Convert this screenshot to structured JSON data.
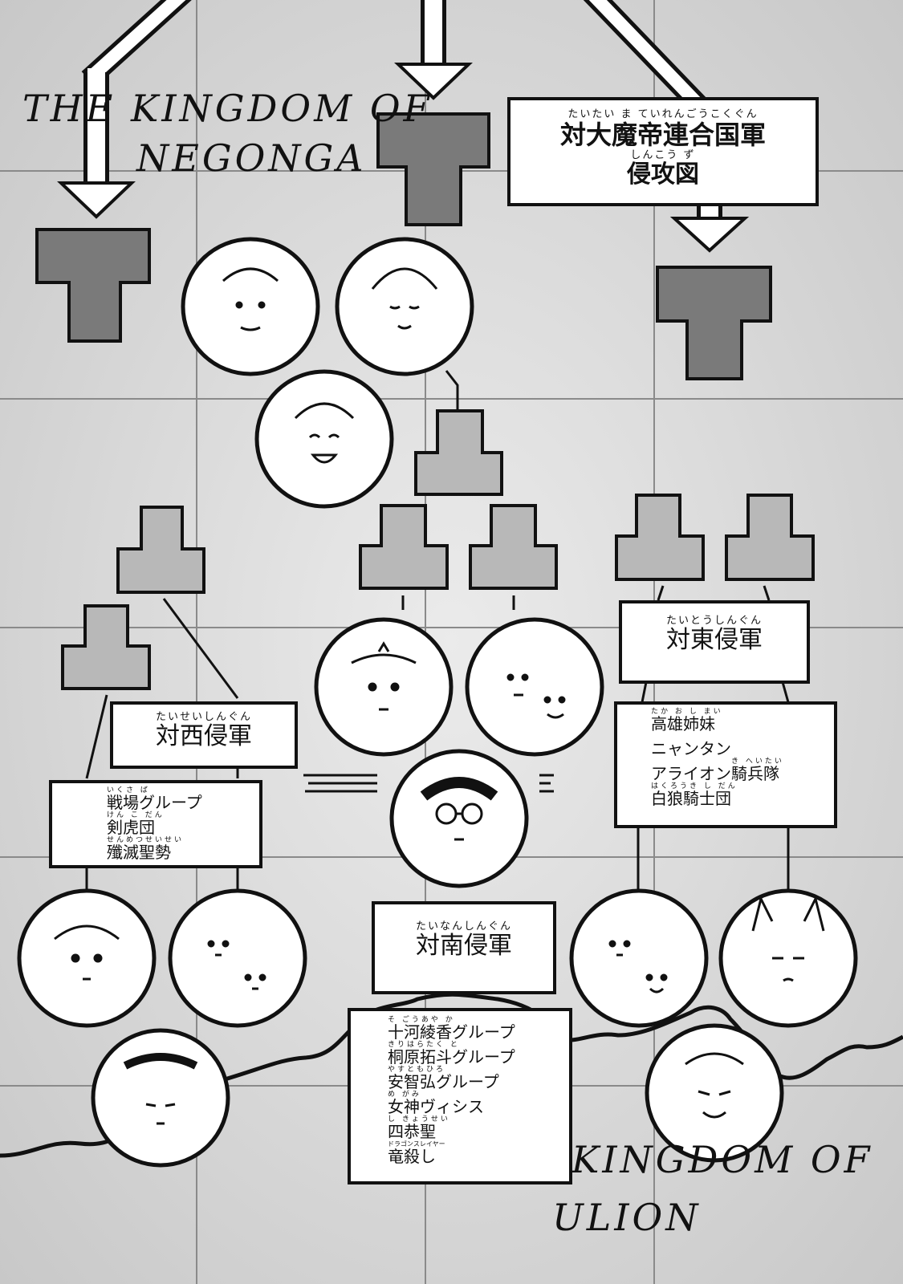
{
  "title": {
    "ruby": "たいたい ま ていれんごうこくぐん",
    "main": "対大魔帝連合国軍",
    "sub_ruby": "しんこう ず",
    "sub": "侵攻図"
  },
  "west_army": {
    "ruby": "たいせいしんぐん",
    "label": "対西侵軍",
    "units": [
      {
        "ruby": "いくさ ば",
        "name": "戦場グループ"
      },
      {
        "ruby": "けん こ だん",
        "name": "剣虎団"
      },
      {
        "ruby": "せんめつせいせい",
        "name": "殲滅聖勢"
      }
    ]
  },
  "east_army": {
    "ruby": "たいとうしんぐん",
    "label": "対東侵軍",
    "units": [
      {
        "ruby": "たか お し まい",
        "name": "高雄姉妹"
      },
      {
        "ruby": "",
        "name": "ニャンタン"
      },
      {
        "ruby": "き へいたい",
        "name": "アライオン騎兵隊"
      },
      {
        "ruby": "はくろうき し だん",
        "name": "白狼騎士団"
      }
    ]
  },
  "south_army": {
    "ruby": "たいなんしんぐん",
    "label": "対南侵軍",
    "units": [
      {
        "ruby": "そ ごうあや か",
        "name": "十河綾香グループ"
      },
      {
        "ruby": "きりはらたく と",
        "name": "桐原拓斗グループ"
      },
      {
        "ruby": "やすともひろ",
        "name": "安智弘グループ"
      },
      {
        "ruby": "め がみ",
        "name": "女神ヴィシス"
      },
      {
        "ruby": "し きょうせい",
        "name": "四恭聖"
      },
      {
        "ruby": "ドラゴンスレイヤー",
        "name": "竜殺し"
      }
    ]
  },
  "map_script": {
    "top_left_line1": "THE KINGDOM OF",
    "top_left_line2": "NEGONGA",
    "bottom_right_line1": "KINGDOM OF",
    "bottom_right_line2": "ULION"
  },
  "colors": {
    "background": "#d9d9d9",
    "grid": "#8a8a8a",
    "dark_piece": "#7a7a7a",
    "light_piece": "#b8b8b8",
    "ink": "#111111"
  }
}
